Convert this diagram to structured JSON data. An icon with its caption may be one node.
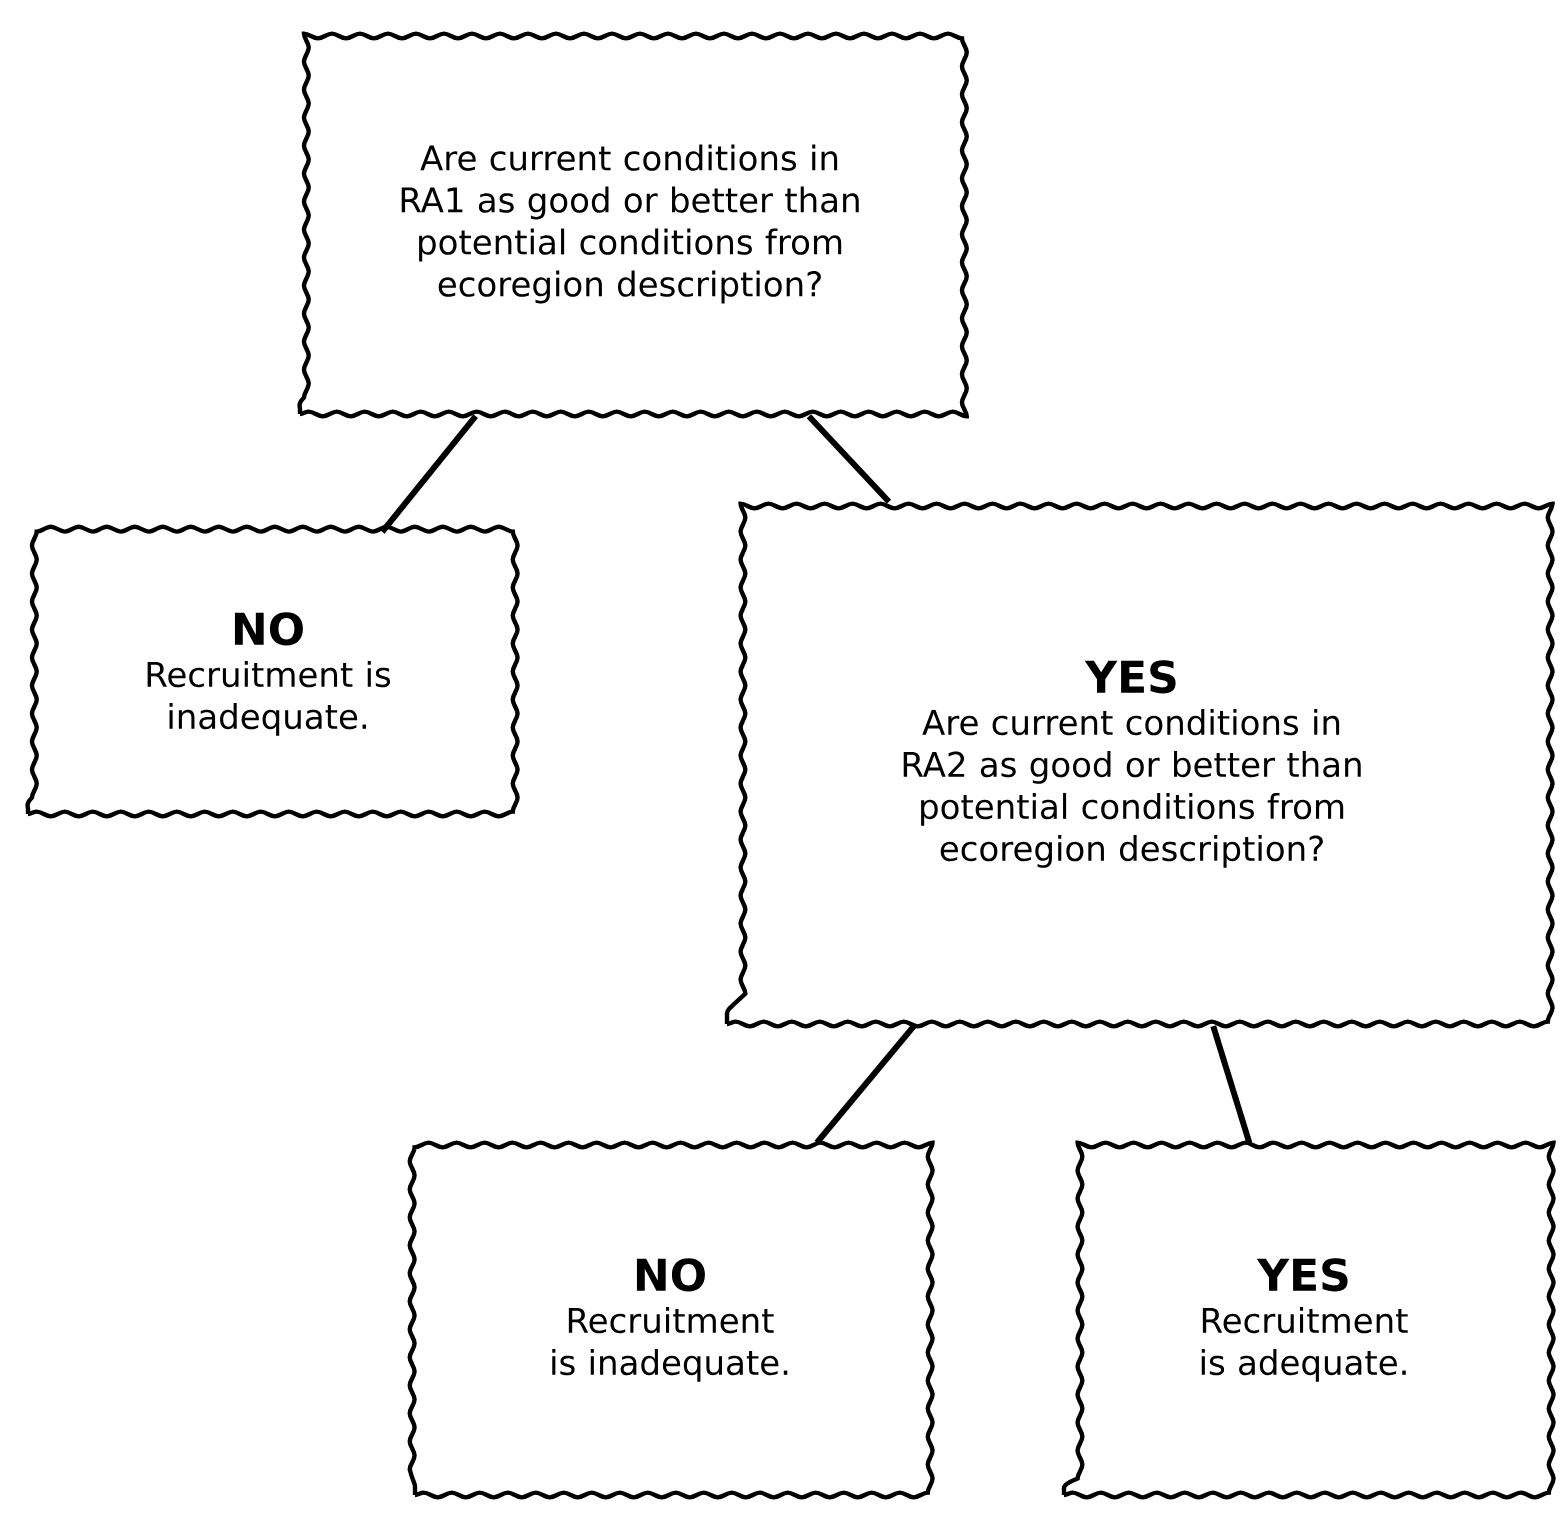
{
  "diagram": {
    "nodes": [
      {
        "text": [
          "Are current conditions in RA1 as good or better than potential conditions from ecoregion description?"
        ]
      },
      {
        "text": [
          "NO",
          "Recruitment is inadequate."
        ]
      },
      {
        "text": [
          "YES",
          "Are current conditions in RA2 as good or better than potential conditions from ecoregion description?"
        ]
      },
      {
        "text": [
          "NO",
          "Recruitment is inadequate."
        ]
      },
      {
        "text": [
          "YES",
          "Recruitment is adequate."
        ]
      }
    ],
    "edges": [
      {
        "from": 0,
        "to": 1,
        "arrow": "none"
      },
      {
        "from": 0,
        "to": 2,
        "arrow": "none"
      },
      {
        "from": 2,
        "to": 3,
        "arrow": "none"
      },
      {
        "from": 2,
        "to": 4,
        "arrow": "none"
      }
    ]
  }
}
